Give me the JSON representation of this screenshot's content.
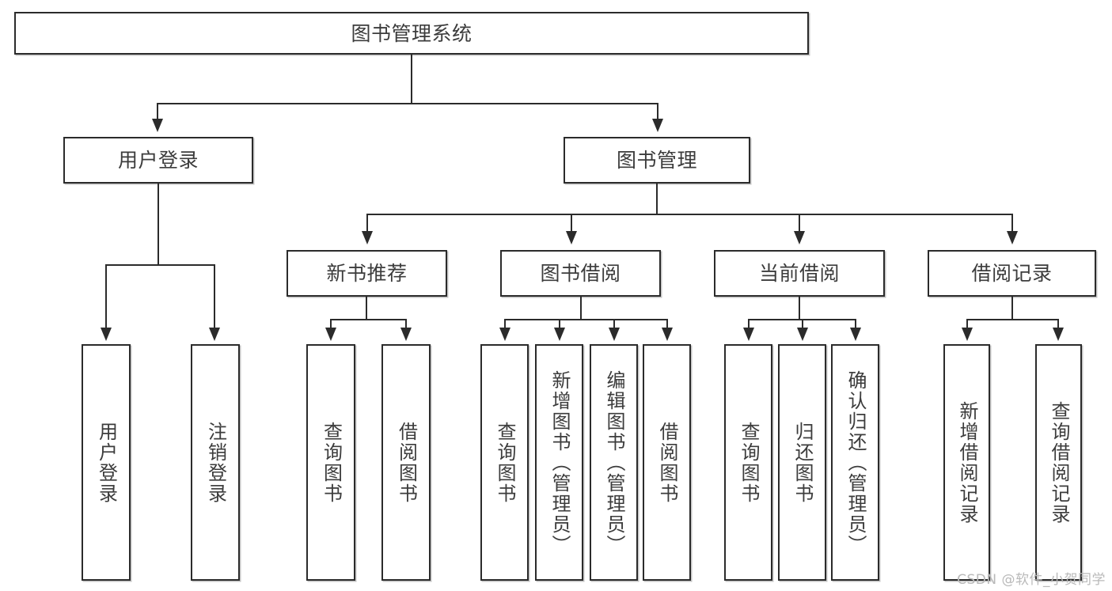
{
  "diagram": {
    "type": "tree",
    "title": "图书管理系统",
    "root": {
      "label": "图书管理系统"
    },
    "level2": [
      {
        "label": "用户登录"
      },
      {
        "label": "图书管理"
      }
    ],
    "level3": [
      {
        "label": "新书推荐"
      },
      {
        "label": "图书借阅"
      },
      {
        "label": "当前借阅"
      },
      {
        "label": "借阅记录"
      }
    ],
    "leaves": {
      "user_login": [
        {
          "label": "用户登录"
        },
        {
          "label": "注销登录"
        }
      ],
      "new_book": [
        {
          "label": "查询图书"
        },
        {
          "label": "借阅图书"
        }
      ],
      "borrow_book": [
        {
          "label": "查询图书"
        },
        {
          "label": "新增图书（管理员）"
        },
        {
          "label": "编辑图书（管理员）"
        },
        {
          "label": "借阅图书"
        }
      ],
      "current_borrow": [
        {
          "label": "查询图书"
        },
        {
          "label": "归还图书"
        },
        {
          "label": "确认归还（管理员）"
        }
      ],
      "borrow_record": [
        {
          "label": "新增借阅记录"
        },
        {
          "label": "查询借阅记录"
        }
      ]
    }
  },
  "watermark": {
    "text": "CSDN @软件_小贺同学"
  },
  "colors": {
    "border": "#2b2b2b",
    "text": "#3c3c3c",
    "background": "#ffffff",
    "watermark": "#b9b9b9"
  }
}
